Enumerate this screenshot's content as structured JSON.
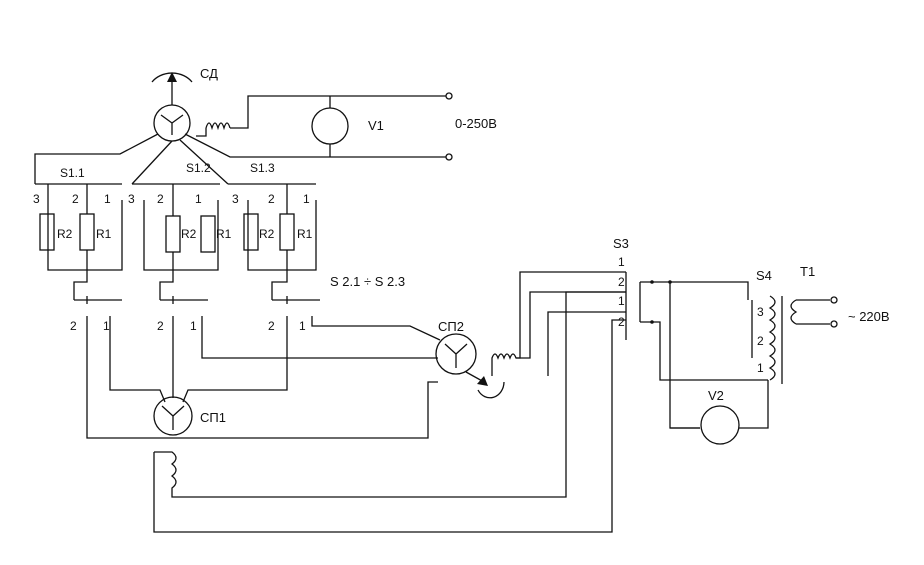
{
  "labels": {
    "sd": "СД",
    "v1": "V1",
    "range": "0-250В",
    "s11": "S1.1",
    "s12": "S1.2",
    "s13": "S1.3",
    "r2": "R2",
    "r1": "R1",
    "s21_s23": "S 2.1 ÷ S 2.3",
    "sp1": "СП1",
    "sp2": "СП2",
    "s3": "S3",
    "s4": "S4",
    "t1": "T1",
    "mains": "~ 220В",
    "v2": "V2",
    "pos1": "1",
    "pos2": "2",
    "pos3": "3"
  }
}
